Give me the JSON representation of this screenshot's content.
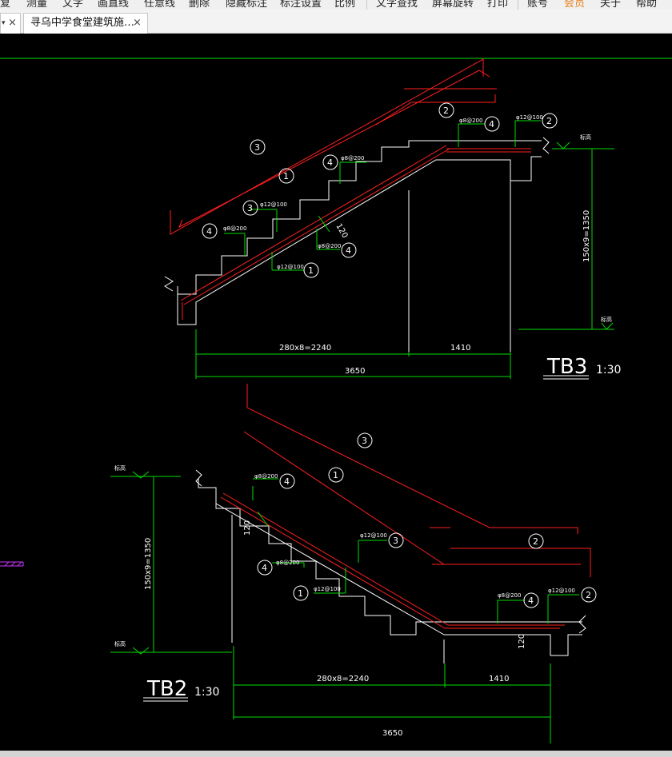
{
  "menu": {
    "items": [
      "复",
      "测量",
      "文字",
      "画直线",
      "任意线",
      "删除",
      "隐藏标注",
      "标注设置",
      "比例",
      "文字查找",
      "屏幕旋转",
      "打印",
      "账号",
      "会员",
      "关于",
      "帮助"
    ],
    "vip_color": "#e8821e"
  },
  "tabs": {
    "stub_close": "×",
    "document_title": "寻乌中学食堂建筑施…",
    "document_close": "×"
  },
  "drawing": {
    "colors": {
      "rebar": "#ff2020",
      "structure": "#ffffff",
      "dimension": "#00dd00",
      "magenta_mark": "#cc33ff"
    },
    "tb3": {
      "title": "TB3",
      "scale": "1:30",
      "dim_flight": "280x8=2240",
      "dim_landing": "1410",
      "dim_total": "3650",
      "dim_height": "150x9=1350",
      "thickness": "120",
      "level_top": "标高",
      "level_bottom": "标高",
      "callouts": [
        {
          "no": "3",
          "bar": ""
        },
        {
          "no": "1",
          "bar": ""
        },
        {
          "no": "2",
          "bar": ""
        },
        {
          "no": "4",
          "bar": "φ8@200"
        },
        {
          "no": "2",
          "bar": "φ12@100"
        },
        {
          "no": "4",
          "bar": "φ8@200"
        },
        {
          "no": "3",
          "bar": "φ12@100"
        },
        {
          "no": "4",
          "bar": "φ8@200"
        },
        {
          "no": "4",
          "bar": "φ8@200"
        },
        {
          "no": "1",
          "bar": "φ12@100"
        }
      ]
    },
    "tb2": {
      "title": "TB2",
      "scale": "1:30",
      "dim_flight": "280x8=2240",
      "dim_landing": "1410",
      "dim_total": "3650",
      "dim_height": "150x9=1350",
      "thickness_a": "120",
      "thickness_b": "120",
      "level_top": "标高",
      "level_bottom": "标高",
      "callouts": [
        {
          "no": "3",
          "bar": ""
        },
        {
          "no": "1",
          "bar": ""
        },
        {
          "no": "2",
          "bar": ""
        },
        {
          "no": "4",
          "bar": "φ8@200"
        },
        {
          "no": "3",
          "bar": "φ12@100"
        },
        {
          "no": "4",
          "bar": "φ8@200"
        },
        {
          "no": "1",
          "bar": "φ12@100"
        },
        {
          "no": "4",
          "bar": "φ8@200"
        },
        {
          "no": "2",
          "bar": "φ12@100"
        }
      ]
    }
  }
}
